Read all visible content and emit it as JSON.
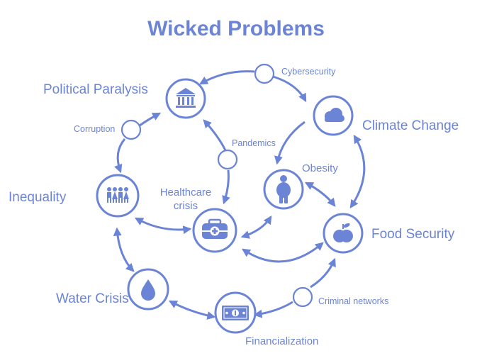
{
  "title": "Wicked Problems",
  "colors": {
    "primary": "#6b84d6",
    "background": "#ffffff"
  },
  "nodes": {
    "political_paralysis": {
      "label": "Political Paralysis",
      "icon": "government-building-icon"
    },
    "climate_change": {
      "label": "Climate Change",
      "icon": "cloud-icon"
    },
    "inequality": {
      "label": "Inequality",
      "icon": "people-group-icon"
    },
    "healthcare_crisis": {
      "label_line1": "Healthcare",
      "label_line2": "crisis",
      "icon": "medical-kit-icon"
    },
    "obesity": {
      "label": "Obesity",
      "icon": "person-icon"
    },
    "food_security": {
      "label": "Food Security",
      "icon": "apple-icon"
    },
    "water_crisis": {
      "label": "Water Crisis",
      "icon": "water-drop-icon"
    },
    "financialization": {
      "label": "Financialization",
      "icon": "banknote-icon"
    }
  },
  "connectors": {
    "cybersecurity": {
      "label": "Cybersecurity"
    },
    "corruption": {
      "label": "Corruption"
    },
    "pandemics": {
      "label": "Pandemics"
    },
    "criminal_networks": {
      "label": "Criminal networks"
    }
  }
}
